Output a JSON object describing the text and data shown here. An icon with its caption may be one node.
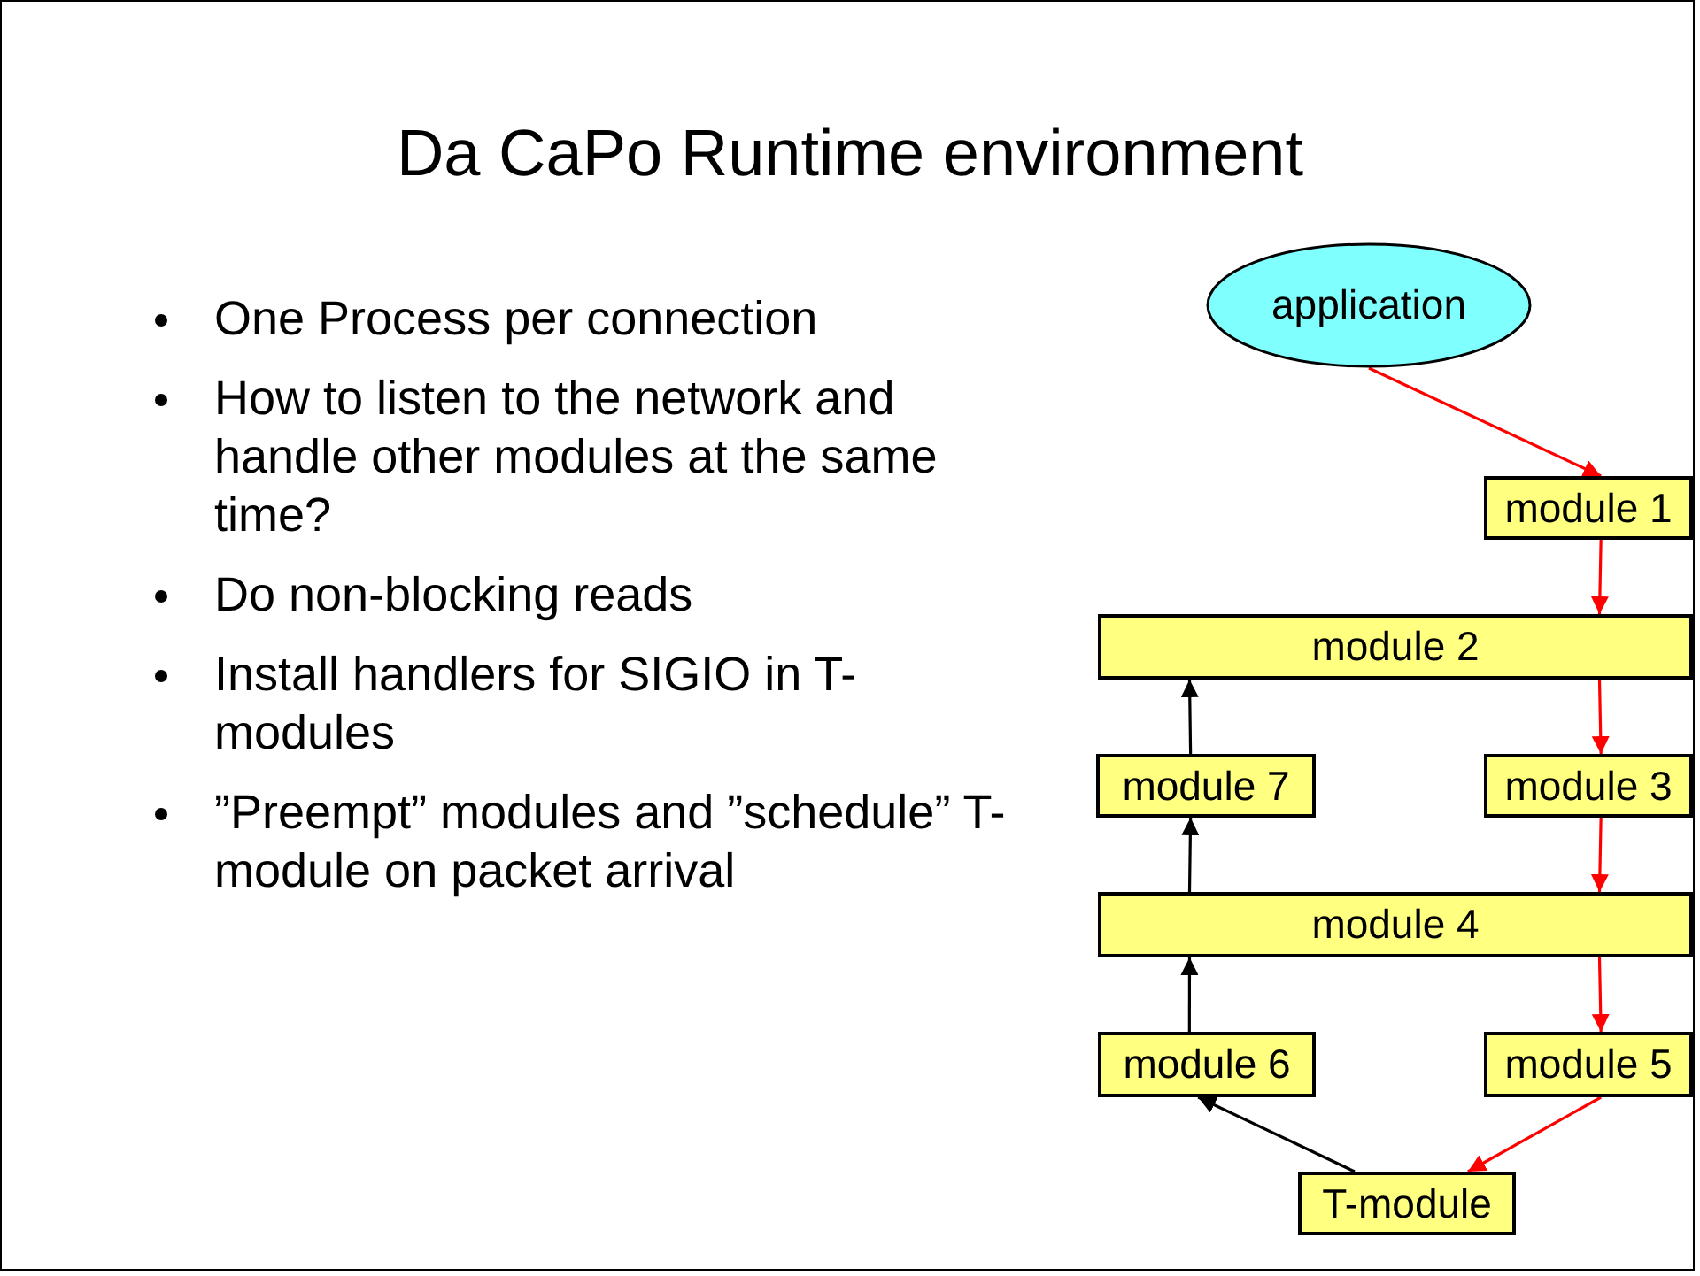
{
  "diagram": {
    "title": "Da CaPo Runtime environment",
    "nodes": [
      {
        "text": [
          "application"
        ]
      },
      {
        "text": [
          "module 1"
        ]
      },
      {
        "text": [
          "module 2"
        ]
      },
      {
        "text": [
          "module 7"
        ]
      },
      {
        "text": [
          "module 3"
        ]
      },
      {
        "text": [
          "module 4"
        ]
      },
      {
        "text": [
          "module 6"
        ]
      },
      {
        "text": [
          "module 5"
        ]
      },
      {
        "text": [
          "T-module"
        ]
      }
    ],
    "edges": [
      {
        "from": 0,
        "to": 1,
        "arrow": "to"
      },
      {
        "from": 1,
        "to": 2,
        "arrow": "to"
      },
      {
        "from": 2,
        "to": 4,
        "arrow": "to"
      },
      {
        "from": 4,
        "to": 5,
        "arrow": "to"
      },
      {
        "from": 5,
        "to": 7,
        "arrow": "to"
      },
      {
        "from": 7,
        "to": 8,
        "arrow": "to"
      },
      {
        "from": 8,
        "to": 6,
        "arrow": "to",
        "color": "#000000"
      },
      {
        "from": 6,
        "to": 5,
        "arrow": "to",
        "color": "#000000"
      },
      {
        "from": 5,
        "to": 3,
        "arrow": "to",
        "color": "#000000"
      },
      {
        "from": 3,
        "to": 2,
        "arrow": "to",
        "color": "#000000"
      }
    ],
    "labels": [
      "One Process per connection",
      "How to listen to the network and handle other modules at the same time?",
      "Do non-blocking reads",
      "Install handlers for SIGIO in T-modules",
      "”Preempt” modules and ”schedule” T-module on packet arrival"
    ]
  }
}
